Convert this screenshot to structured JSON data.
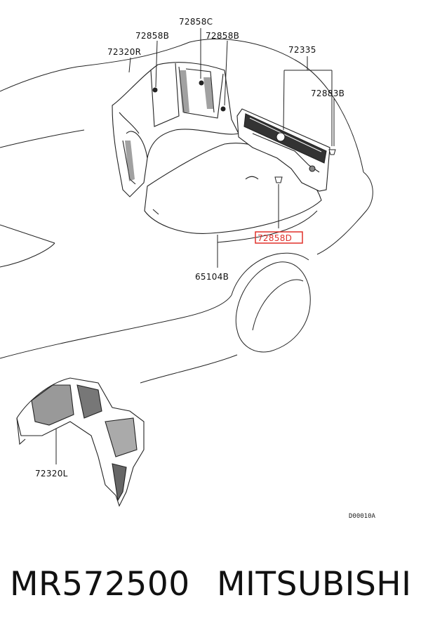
{
  "callouts": {
    "c72858C": "72858C",
    "c72858B_left": "72858B",
    "c72858B_right": "72858B",
    "c72320R": "72320R",
    "c72335": "72335",
    "c72883B": "72883B",
    "c72858D": "72858D",
    "c65104B": "65104B",
    "c72320L": "72320L"
  },
  "diagram_code": "D00010A",
  "highlight_color": "#e0302a",
  "caption": {
    "part_number": "MR572500",
    "brand": "MITSUBISHI"
  }
}
